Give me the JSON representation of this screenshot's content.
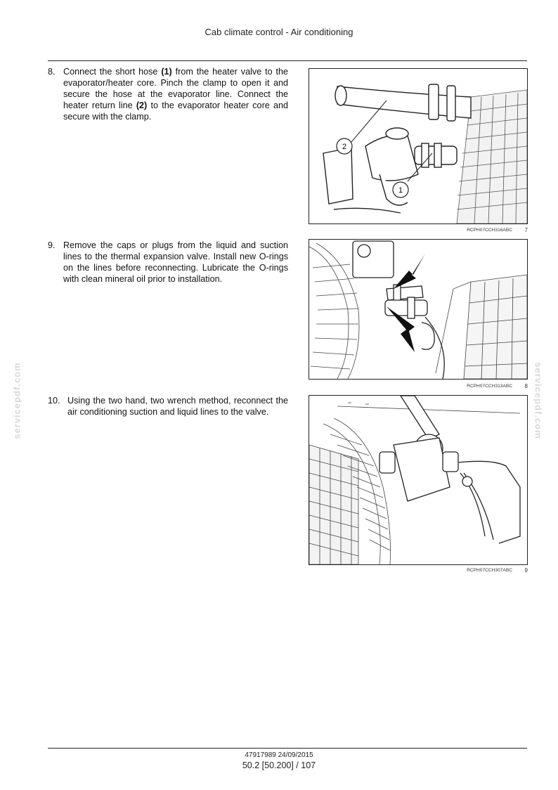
{
  "header": {
    "title": "Cab climate control - Air conditioning"
  },
  "steps": [
    {
      "number": "8.",
      "parts": [
        {
          "text": "Connect the short hose ",
          "bold": false
        },
        {
          "text": "(1)",
          "bold": true
        },
        {
          "text": " from the heater valve to the evaporator/heater core.  Pinch the clamp to open it and secure the hose at the evaporator line.  Connect the heater return line ",
          "bold": false
        },
        {
          "text": "(2)",
          "bold": true
        },
        {
          "text": " to the evaporator heater core and secure with the clamp.",
          "bold": false
        }
      ]
    },
    {
      "number": "9.",
      "parts": [
        {
          "text": "Remove the caps or plugs from the liquid and suc­tion lines to the thermal expansion valve.  Install new O-rings on the lines before reconnecting.  Lubricate the O-rings with clean mineral oil prior to installation.",
          "bold": false
        }
      ]
    },
    {
      "number": "10.",
      "parts": [
        {
          "text": "Using the two hand, two wrench method, reconnect the air conditioning suction and liquid lines to the valve.",
          "bold": false
        }
      ]
    }
  ],
  "figures": [
    {
      "code": "RCPH07CCH316ABC",
      "number": "7",
      "callouts": [
        "2",
        "1"
      ]
    },
    {
      "code": "RCPH07CCH313ABC",
      "number": "8"
    },
    {
      "code": "RCPH07CCH307ABC",
      "number": "9"
    }
  ],
  "watermark": {
    "text": "servicepdf.com"
  },
  "footer": {
    "doc": "47917989 24/09/2015",
    "page": "50.2 [50.200] / 107"
  }
}
